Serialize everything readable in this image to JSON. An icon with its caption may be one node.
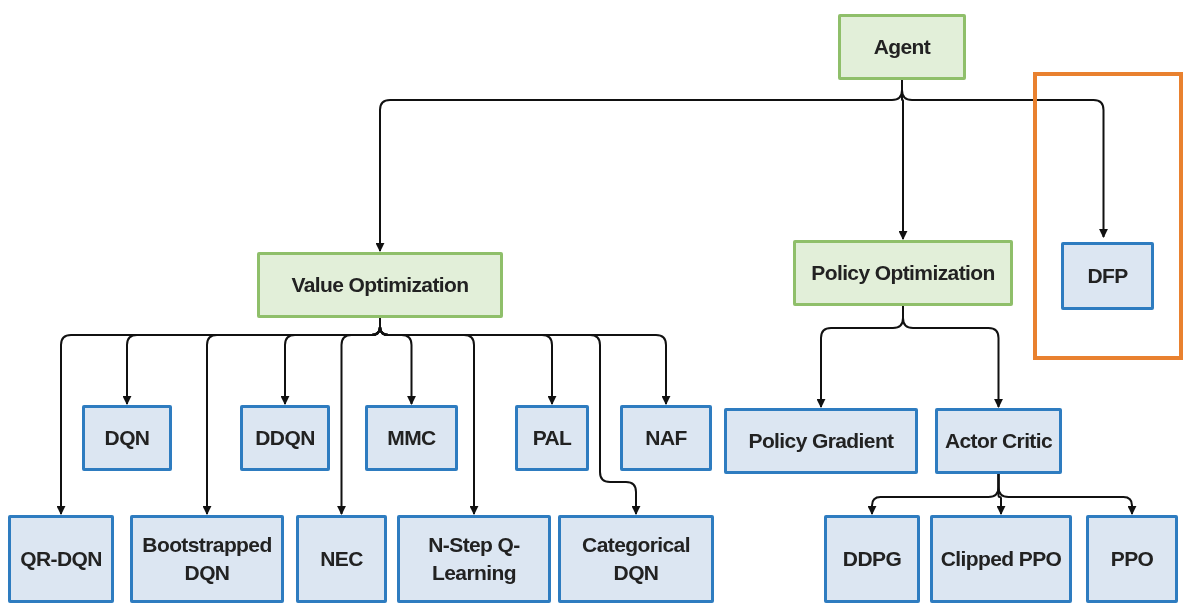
{
  "diagram": {
    "nodes": [
      {
        "text": [
          "Agent"
        ]
      },
      {
        "text": [
          "Value Optimization"
        ]
      },
      {
        "text": [
          "Policy Optimization"
        ]
      },
      {
        "text": [],
        "shape": "box"
      },
      {
        "text": [
          "DFP"
        ],
        "in": 3
      },
      {
        "text": [
          "DQN"
        ]
      },
      {
        "text": [
          "DDQN"
        ]
      },
      {
        "text": [
          "MMC"
        ]
      },
      {
        "text": [
          "PAL"
        ]
      },
      {
        "text": [
          "NAF"
        ]
      },
      {
        "text": [
          "QR-DQN"
        ]
      },
      {
        "text": [
          "Bootstrapped DQN"
        ]
      },
      {
        "text": [
          "NEC"
        ]
      },
      {
        "text": [
          "N-Step Q-Learning"
        ]
      },
      {
        "text": [
          "Categorical DQN"
        ]
      },
      {
        "text": [
          "Policy Gradient"
        ]
      },
      {
        "text": [
          "Actor Critic"
        ]
      },
      {
        "text": [
          "DDPG"
        ]
      },
      {
        "text": [
          "Clipped PPO"
        ]
      },
      {
        "text": [
          "PPO"
        ]
      }
    ],
    "edges": [
      {
        "from": 0,
        "to": 1,
        "arrow": "to"
      },
      {
        "from": 0,
        "to": 2,
        "arrow": "to"
      },
      {
        "from": 0,
        "to": 4,
        "arrow": "to"
      },
      {
        "from": 1,
        "to": 10,
        "arrow": "to"
      },
      {
        "from": 1,
        "to": 5,
        "arrow": "to"
      },
      {
        "from": 1,
        "to": 11,
        "arrow": "to"
      },
      {
        "from": 1,
        "to": 6,
        "arrow": "to"
      },
      {
        "from": 1,
        "to": 12,
        "arrow": "to"
      },
      {
        "from": 1,
        "to": 7,
        "arrow": "to"
      },
      {
        "from": 1,
        "to": 13,
        "arrow": "to"
      },
      {
        "from": 1,
        "to": 8,
        "arrow": "to"
      },
      {
        "from": 1,
        "to": 14,
        "arrow": "to"
      },
      {
        "from": 1,
        "to": 9,
        "arrow": "to"
      },
      {
        "from": 2,
        "to": 15,
        "arrow": "to"
      },
      {
        "from": 2,
        "to": 16,
        "arrow": "to"
      },
      {
        "from": 16,
        "to": 17,
        "arrow": "to"
      },
      {
        "from": 16,
        "to": 18,
        "arrow": "to"
      },
      {
        "from": 16,
        "to": 19,
        "arrow": "to"
      }
    ]
  }
}
